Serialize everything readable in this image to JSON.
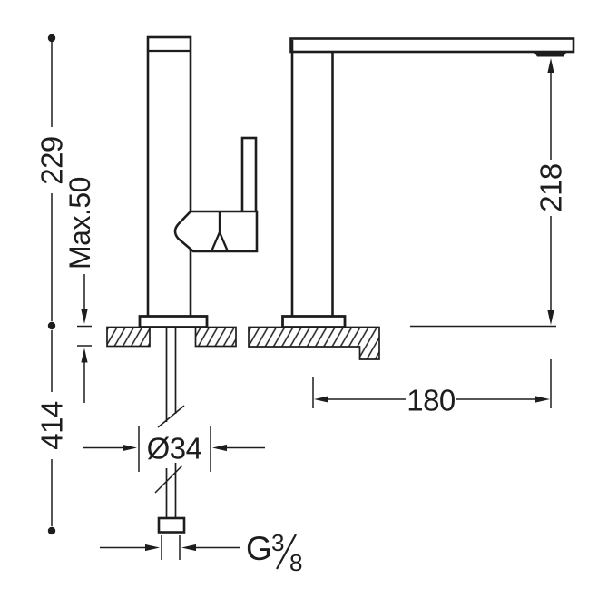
{
  "drawing": {
    "subject": "single-lever-sink-mixer-technical-drawing",
    "units": "mm",
    "ink_color": "#1d1d1b",
    "background_color": "#ffffff",
    "labels": {
      "height_above_counter": "229",
      "max_counter_thickness": "Max.50",
      "length_below_counter": "414",
      "spout_outlet_height": "218",
      "spout_reach": "180",
      "body_diameter": "Ø34",
      "thread_prefix": "G",
      "thread_numerator": "3",
      "thread_denominator": "8"
    }
  }
}
